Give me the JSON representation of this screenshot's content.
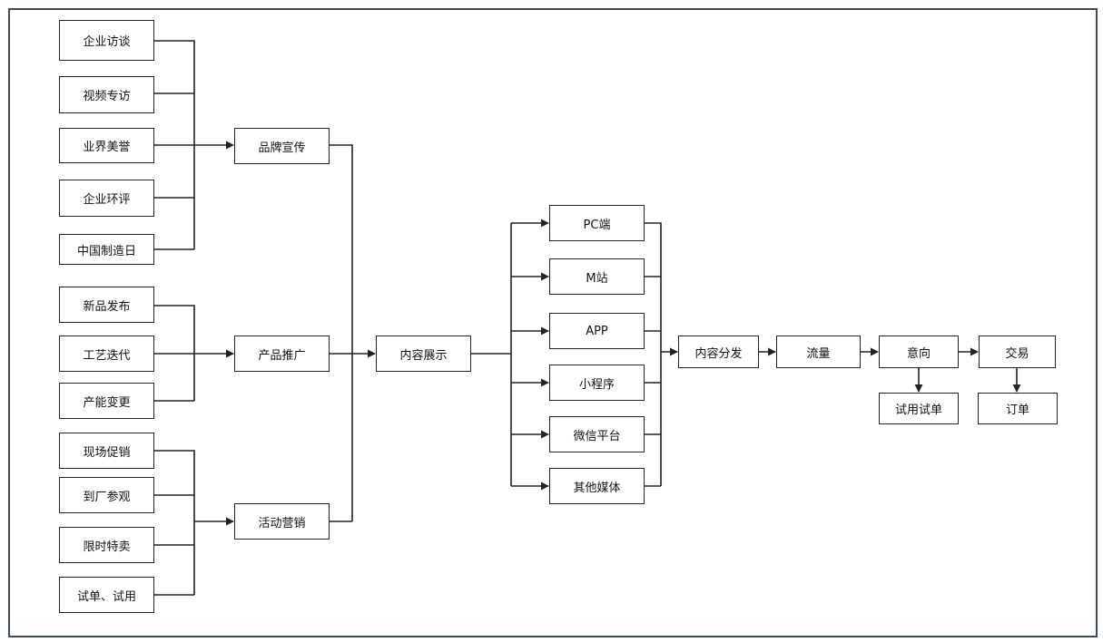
{
  "nodes": {
    "n1": "企业访谈",
    "n2": "视频专访",
    "n3": "业界美誉",
    "n4": "企业环评",
    "n5": "中国制造日",
    "n6": "新品发布",
    "n7": "工艺迭代",
    "n8": "产能变更",
    "n9": "现场促销",
    "n10": "到厂参观",
    "n11": "限时特卖",
    "n12": "试单、试用",
    "brand": "品牌宣传",
    "product": "产品推广",
    "activity": "活动营销",
    "content": "内容展示",
    "pc": "PC端",
    "m": "M站",
    "app": "APP",
    "mini": "小程序",
    "wechat": "微信平台",
    "other": "其他媒体",
    "distribute": "内容分发",
    "traffic": "流量",
    "intent": "意向",
    "trial": "试用试单",
    "deal": "交易",
    "order": "订单"
  },
  "colors": {
    "line": "#222222",
    "frame": "#3b4a5c"
  }
}
